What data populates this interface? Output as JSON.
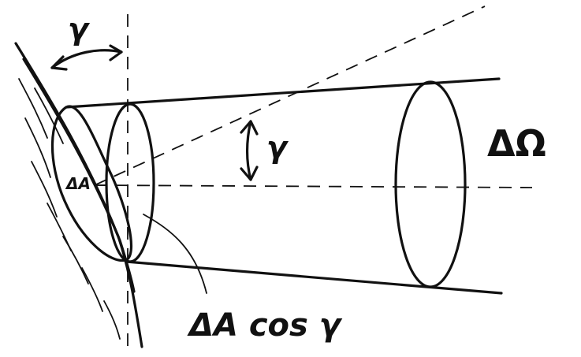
{
  "labels": {
    "angle_top": "γ",
    "angle_mid": "γ",
    "area": "ΔA",
    "solid_angle": "ΔΩ",
    "projected_area": "ΔA cos γ"
  }
}
